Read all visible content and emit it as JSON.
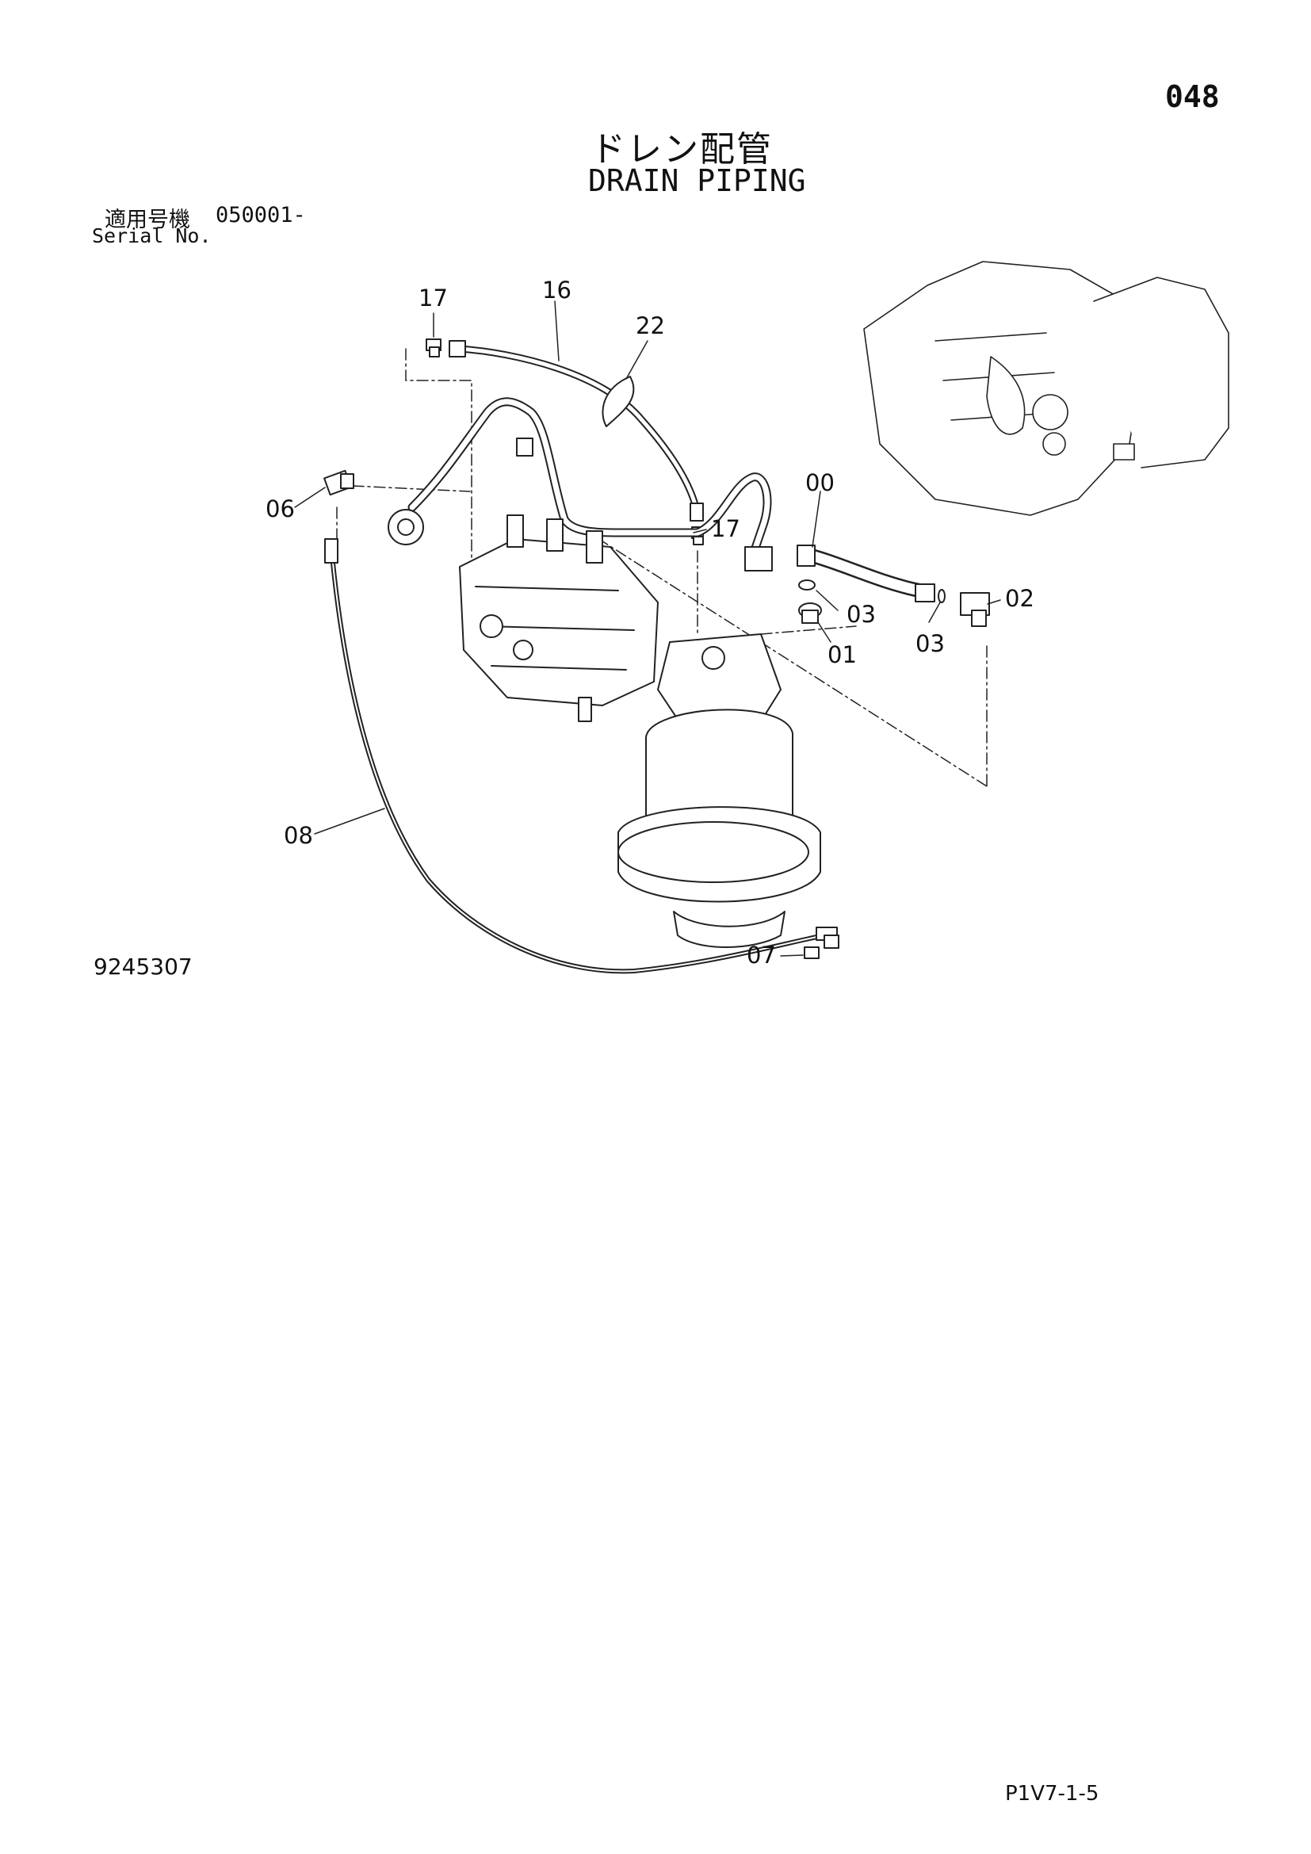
{
  "page_number": "048",
  "title_jp": "ドレン配管",
  "title_en": "DRAIN PIPING",
  "serial": {
    "label_jp": "適用号機",
    "number": "050001-",
    "label_en": "Serial No."
  },
  "drawing_number": "9245307",
  "page_code": "P1V7-1-5",
  "callouts": [
    "17",
    "16",
    "22",
    "06",
    "17",
    "00",
    "03",
    "02",
    "01",
    "03",
    "08",
    "07"
  ]
}
